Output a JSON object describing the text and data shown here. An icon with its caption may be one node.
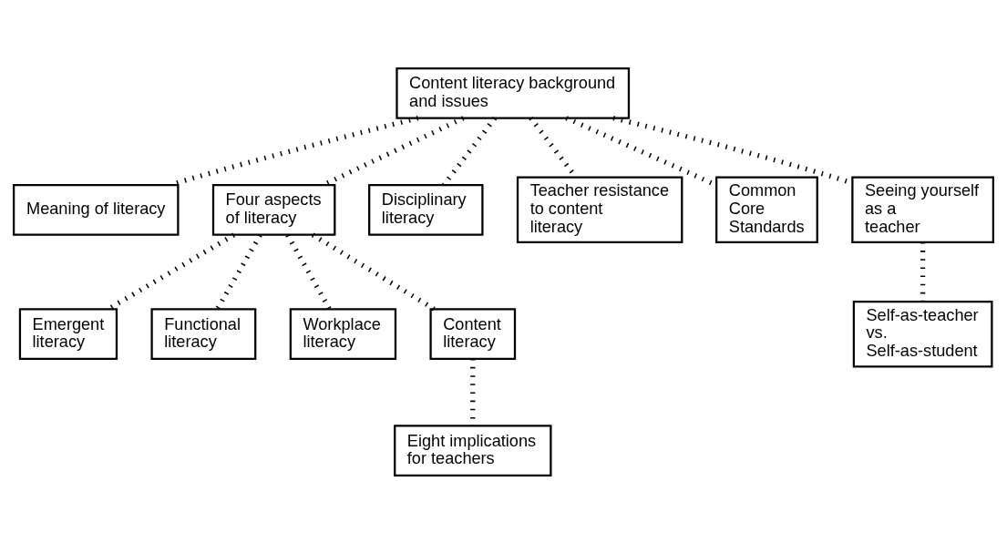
{
  "diagram": {
    "nodes": [
      {
        "text": [
          "Content literacy background and issues"
        ]
      },
      {
        "text": [
          "Meaning of literacy"
        ]
      },
      {
        "text": [
          "Four aspects of literacy"
        ]
      },
      {
        "text": [
          "Disciplinary literacy"
        ]
      },
      {
        "text": [
          "Teacher resistance to content literacy"
        ]
      },
      {
        "text": [
          "Common Core Standards"
        ]
      },
      {
        "text": [
          "Seeing yourself as a teacher"
        ]
      },
      {
        "text": [
          "Emergent literacy"
        ]
      },
      {
        "text": [
          "Functional literacy"
        ]
      },
      {
        "text": [
          "Workplace literacy"
        ]
      },
      {
        "text": [
          "Content literacy"
        ]
      },
      {
        "text": [
          "Self-as-teacher vs. Self-as-student"
        ]
      },
      {
        "text": [
          "Eight implications for teachers"
        ]
      }
    ],
    "edges": [
      {
        "from": 0,
        "to": 1,
        "arrow": "none"
      },
      {
        "from": 0,
        "to": 2,
        "arrow": "none"
      },
      {
        "from": 0,
        "to": 3,
        "arrow": "none"
      },
      {
        "from": 0,
        "to": 4,
        "arrow": "none"
      },
      {
        "from": 0,
        "to": 5,
        "arrow": "none"
      },
      {
        "from": 0,
        "to": 6,
        "arrow": "none"
      },
      {
        "from": 2,
        "to": 7,
        "arrow": "none"
      },
      {
        "from": 2,
        "to": 8,
        "arrow": "none"
      },
      {
        "from": 2,
        "to": 9,
        "arrow": "none"
      },
      {
        "from": 2,
        "to": 10,
        "arrow": "none"
      },
      {
        "from": 10,
        "to": 12,
        "arrow": "none"
      },
      {
        "from": 6,
        "to": 11,
        "arrow": "none"
      }
    ]
  }
}
